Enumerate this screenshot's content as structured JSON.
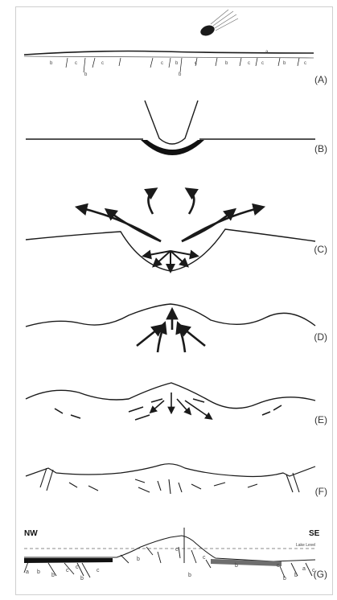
{
  "panels": [
    {
      "id": "A",
      "label": "(A)"
    },
    {
      "id": "B",
      "label": "(B)"
    },
    {
      "id": "C",
      "label": "(C)"
    },
    {
      "id": "D",
      "label": "(D)"
    },
    {
      "id": "E",
      "label": "(E)"
    },
    {
      "id": "F",
      "label": "(F)"
    },
    {
      "id": "G",
      "label": "(G)"
    }
  ],
  "strata_letters": {
    "a": "a",
    "b": "b",
    "c": "c"
  },
  "direction": {
    "west": "NW",
    "east": "SE"
  },
  "lake_level": "Lake Level",
  "colors": {
    "ink": "#1a1a1a",
    "lake_sediment": "#6e6e6e",
    "frame": "#cfcfcf"
  }
}
